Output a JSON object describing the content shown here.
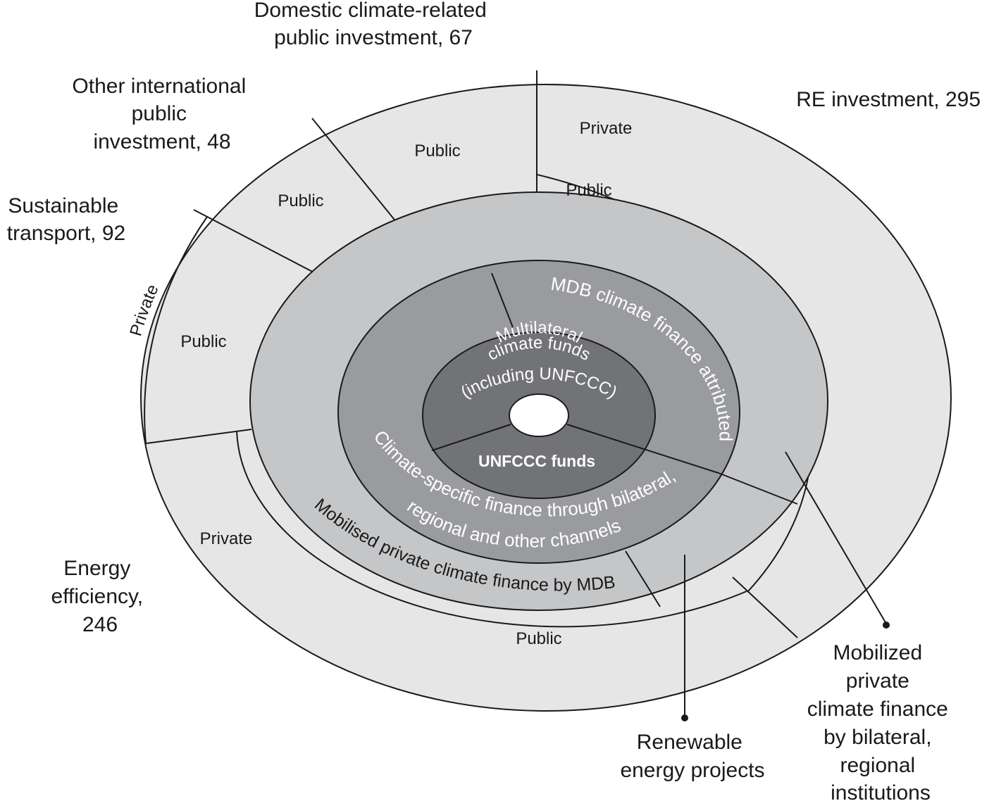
{
  "outer_labels": {
    "domestic": [
      "Domestic climate-related",
      "public investment, 67"
    ],
    "other_international": [
      "Other international",
      "public",
      "investment, 48"
    ],
    "sustainable_transport": [
      "Sustainable",
      "transport, 92"
    ],
    "energy_efficiency": [
      "Energy",
      "efficiency,",
      "246"
    ],
    "re_investment": "RE investment, 295"
  },
  "segment_labels": {
    "re_private": "Private",
    "re_public": "Public",
    "domestic_public": "Public",
    "other_intl_public": "Public",
    "transport_private": "Private",
    "transport_public": "Public",
    "ee_private": "Private",
    "ee_public": "Public"
  },
  "rings": {
    "mobilised_mdb": "Mobilised private climate finance by MDB",
    "mdb_attributed": "MDB climate finance attributed",
    "climate_specific": [
      "Climate-specific finance through bilateral,",
      "regional and other channels"
    ],
    "multilateral": [
      "Multilateral",
      "climate funds",
      "(including UNFCCC)"
    ],
    "unfccc": "UNFCCC funds"
  },
  "callouts": {
    "renewable": [
      "Renewable",
      "energy projects"
    ],
    "mobilized": [
      "Mobilized",
      "private",
      "climate finance",
      "by bilateral,",
      "regional",
      "institutions"
    ]
  },
  "colors": {
    "outer": "#e6e6e7",
    "ring3": "#c5c6c8",
    "ring2": "#9a9b9e",
    "ring1": "#727376",
    "hole": "#ffffff"
  }
}
